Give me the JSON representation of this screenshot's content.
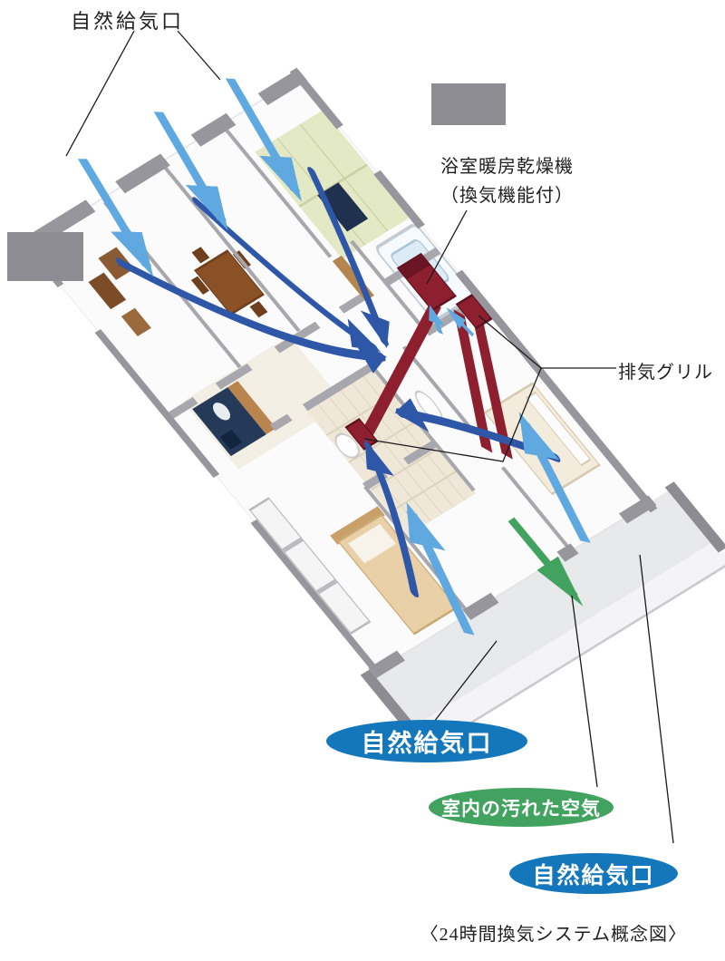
{
  "labels": {
    "natural_supply_top": "自然給気口",
    "bath_dryer": {
      "line1": "浴室暖房乾燥機",
      "line2": "（換気機能付）"
    },
    "exhaust_grill": "排気グリル"
  },
  "badges": {
    "supply_left": "自然給気口",
    "dirty_air": "室内の汚れた空気",
    "supply_right": "自然給気口"
  },
  "caption": "〈24時間換気システム概念図〉",
  "colors": {
    "supply_badge": "#1477bb",
    "dirty_air_badge": "#41a35f",
    "fresh_arrow": "#5fa8e0",
    "indoor_arrow": "#2f57a8",
    "exhaust_arrow": "#41a35f",
    "duct": "#8e1f2f",
    "wall": "#96969c",
    "leader_line": "#1a1a1a"
  }
}
